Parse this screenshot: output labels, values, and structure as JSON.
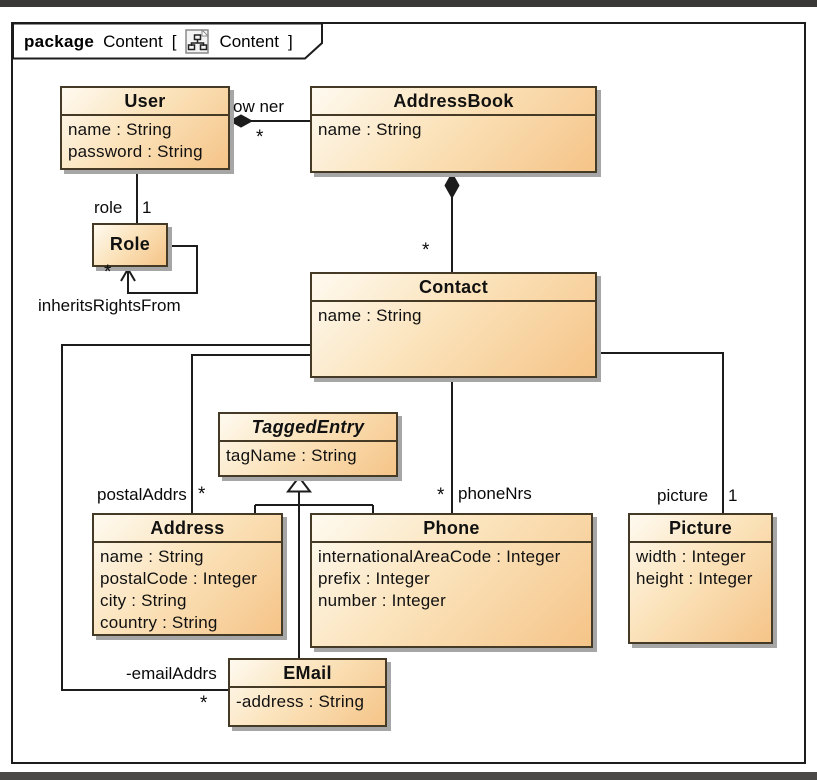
{
  "frame": {
    "keyword": "package",
    "name": "Content",
    "bracket_open": "[",
    "diagram_name": "Content",
    "bracket_close": "]"
  },
  "classes": [
    {
      "id": "user",
      "name": "User",
      "abstract": false,
      "attributes": [
        "name : String",
        "password : String"
      ]
    },
    {
      "id": "addressbook",
      "name": "AddressBook",
      "abstract": false,
      "attributes": [
        "name : String"
      ]
    },
    {
      "id": "role",
      "name": "Role",
      "abstract": false,
      "attributes": []
    },
    {
      "id": "contact",
      "name": "Contact",
      "abstract": false,
      "attributes": [
        "name : String"
      ]
    },
    {
      "id": "taggedentry",
      "name": "TaggedEntry",
      "abstract": true,
      "attributes": [
        "tagName : String"
      ]
    },
    {
      "id": "address",
      "name": "Address",
      "abstract": false,
      "attributes": [
        "name : String",
        "postalCode : Integer",
        "city : String",
        "country : String"
      ]
    },
    {
      "id": "phone",
      "name": "Phone",
      "abstract": false,
      "attributes": [
        "internationalAreaCode : Integer",
        "prefix : Integer",
        "number : Integer"
      ]
    },
    {
      "id": "picture",
      "name": "Picture",
      "abstract": false,
      "attributes": [
        "width : Integer",
        "height : Integer"
      ]
    },
    {
      "id": "email",
      "name": "EMail",
      "abstract": false,
      "attributes": [
        "-address : String"
      ]
    }
  ],
  "relationships": {
    "owner": {
      "label": "ow ner",
      "multiplicity": "*"
    },
    "addressbook_contacts": {
      "multiplicity": "*"
    },
    "user_role": {
      "label": "role",
      "multiplicity": "1"
    },
    "inherits_rights_from": {
      "label": "inheritsRightsFrom",
      "multiplicity": "*"
    },
    "postal_addrs": {
      "label": "postalAddrs",
      "multiplicity": "*"
    },
    "email_addrs": {
      "label": "-emailAddrs",
      "multiplicity": "*"
    },
    "phone_nrs": {
      "label": "phoneNrs",
      "multiplicity": "*"
    },
    "picture": {
      "label": "picture",
      "multiplicity": "1"
    }
  },
  "colors": {
    "class_fill_light": "#fefaf0",
    "class_fill_dark": "#f5c488",
    "class_border": "#443a26",
    "line": "#1c1c1c",
    "shadow": "#a6a6a6",
    "window_edge_top": "#3b3937",
    "window_edge_bottom": "#4b4948"
  }
}
